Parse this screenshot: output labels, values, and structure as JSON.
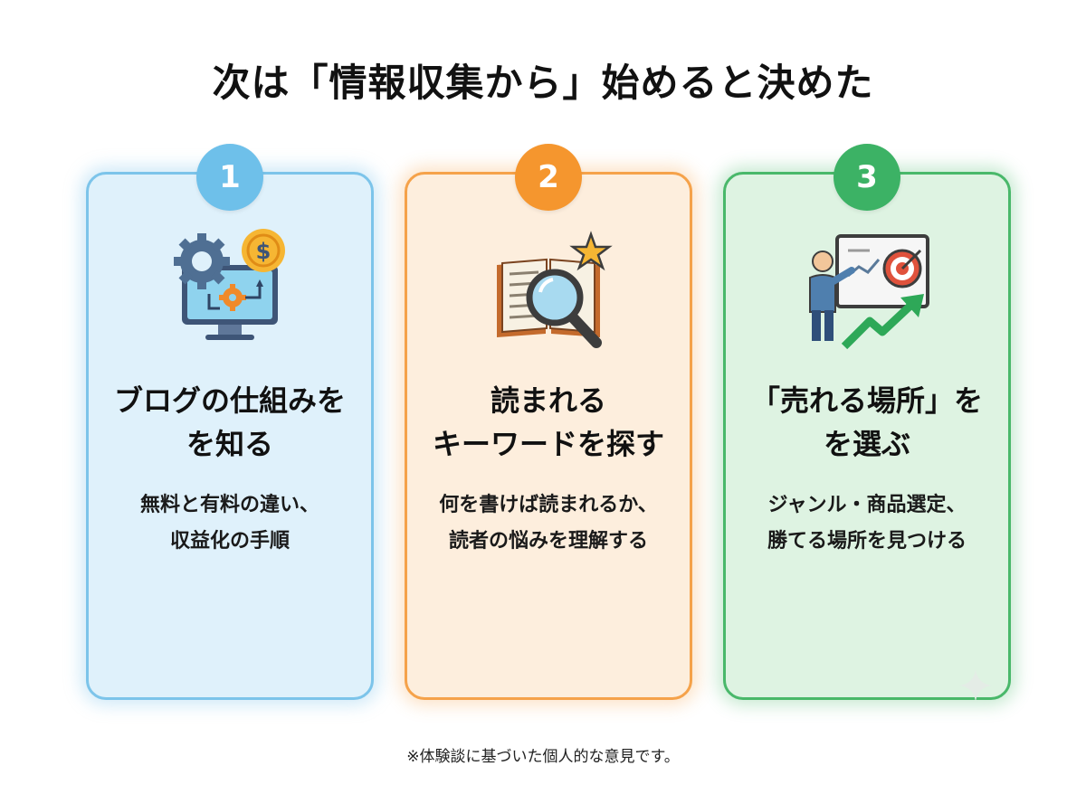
{
  "title": "次は「情報収集から」始めると決めた",
  "cards": [
    {
      "number": "1",
      "heading": [
        "ブログの仕組みを",
        "を知る"
      ],
      "description": [
        "無料と有料の違い、",
        "収益化の手順"
      ],
      "icon": "gear-computer-coin-icon",
      "accent": "#6ec0ea"
    },
    {
      "number": "2",
      "heading": [
        "読まれる",
        "キーワードを探す"
      ],
      "description": [
        "何を書けば読まれるか、",
        "読者の悩みを理解する"
      ],
      "icon": "book-magnifier-star-icon",
      "accent": "#f5962e"
    },
    {
      "number": "3",
      "heading": [
        "「売れる場所」を",
        "を選ぶ"
      ],
      "description": [
        "ジャンル・商品選定、",
        "勝てる場所を見つける"
      ],
      "icon": "presenter-target-chart-icon",
      "accent": "#3cb265"
    }
  ],
  "footnote": "※体験談に基づいた個人的な意見です。"
}
